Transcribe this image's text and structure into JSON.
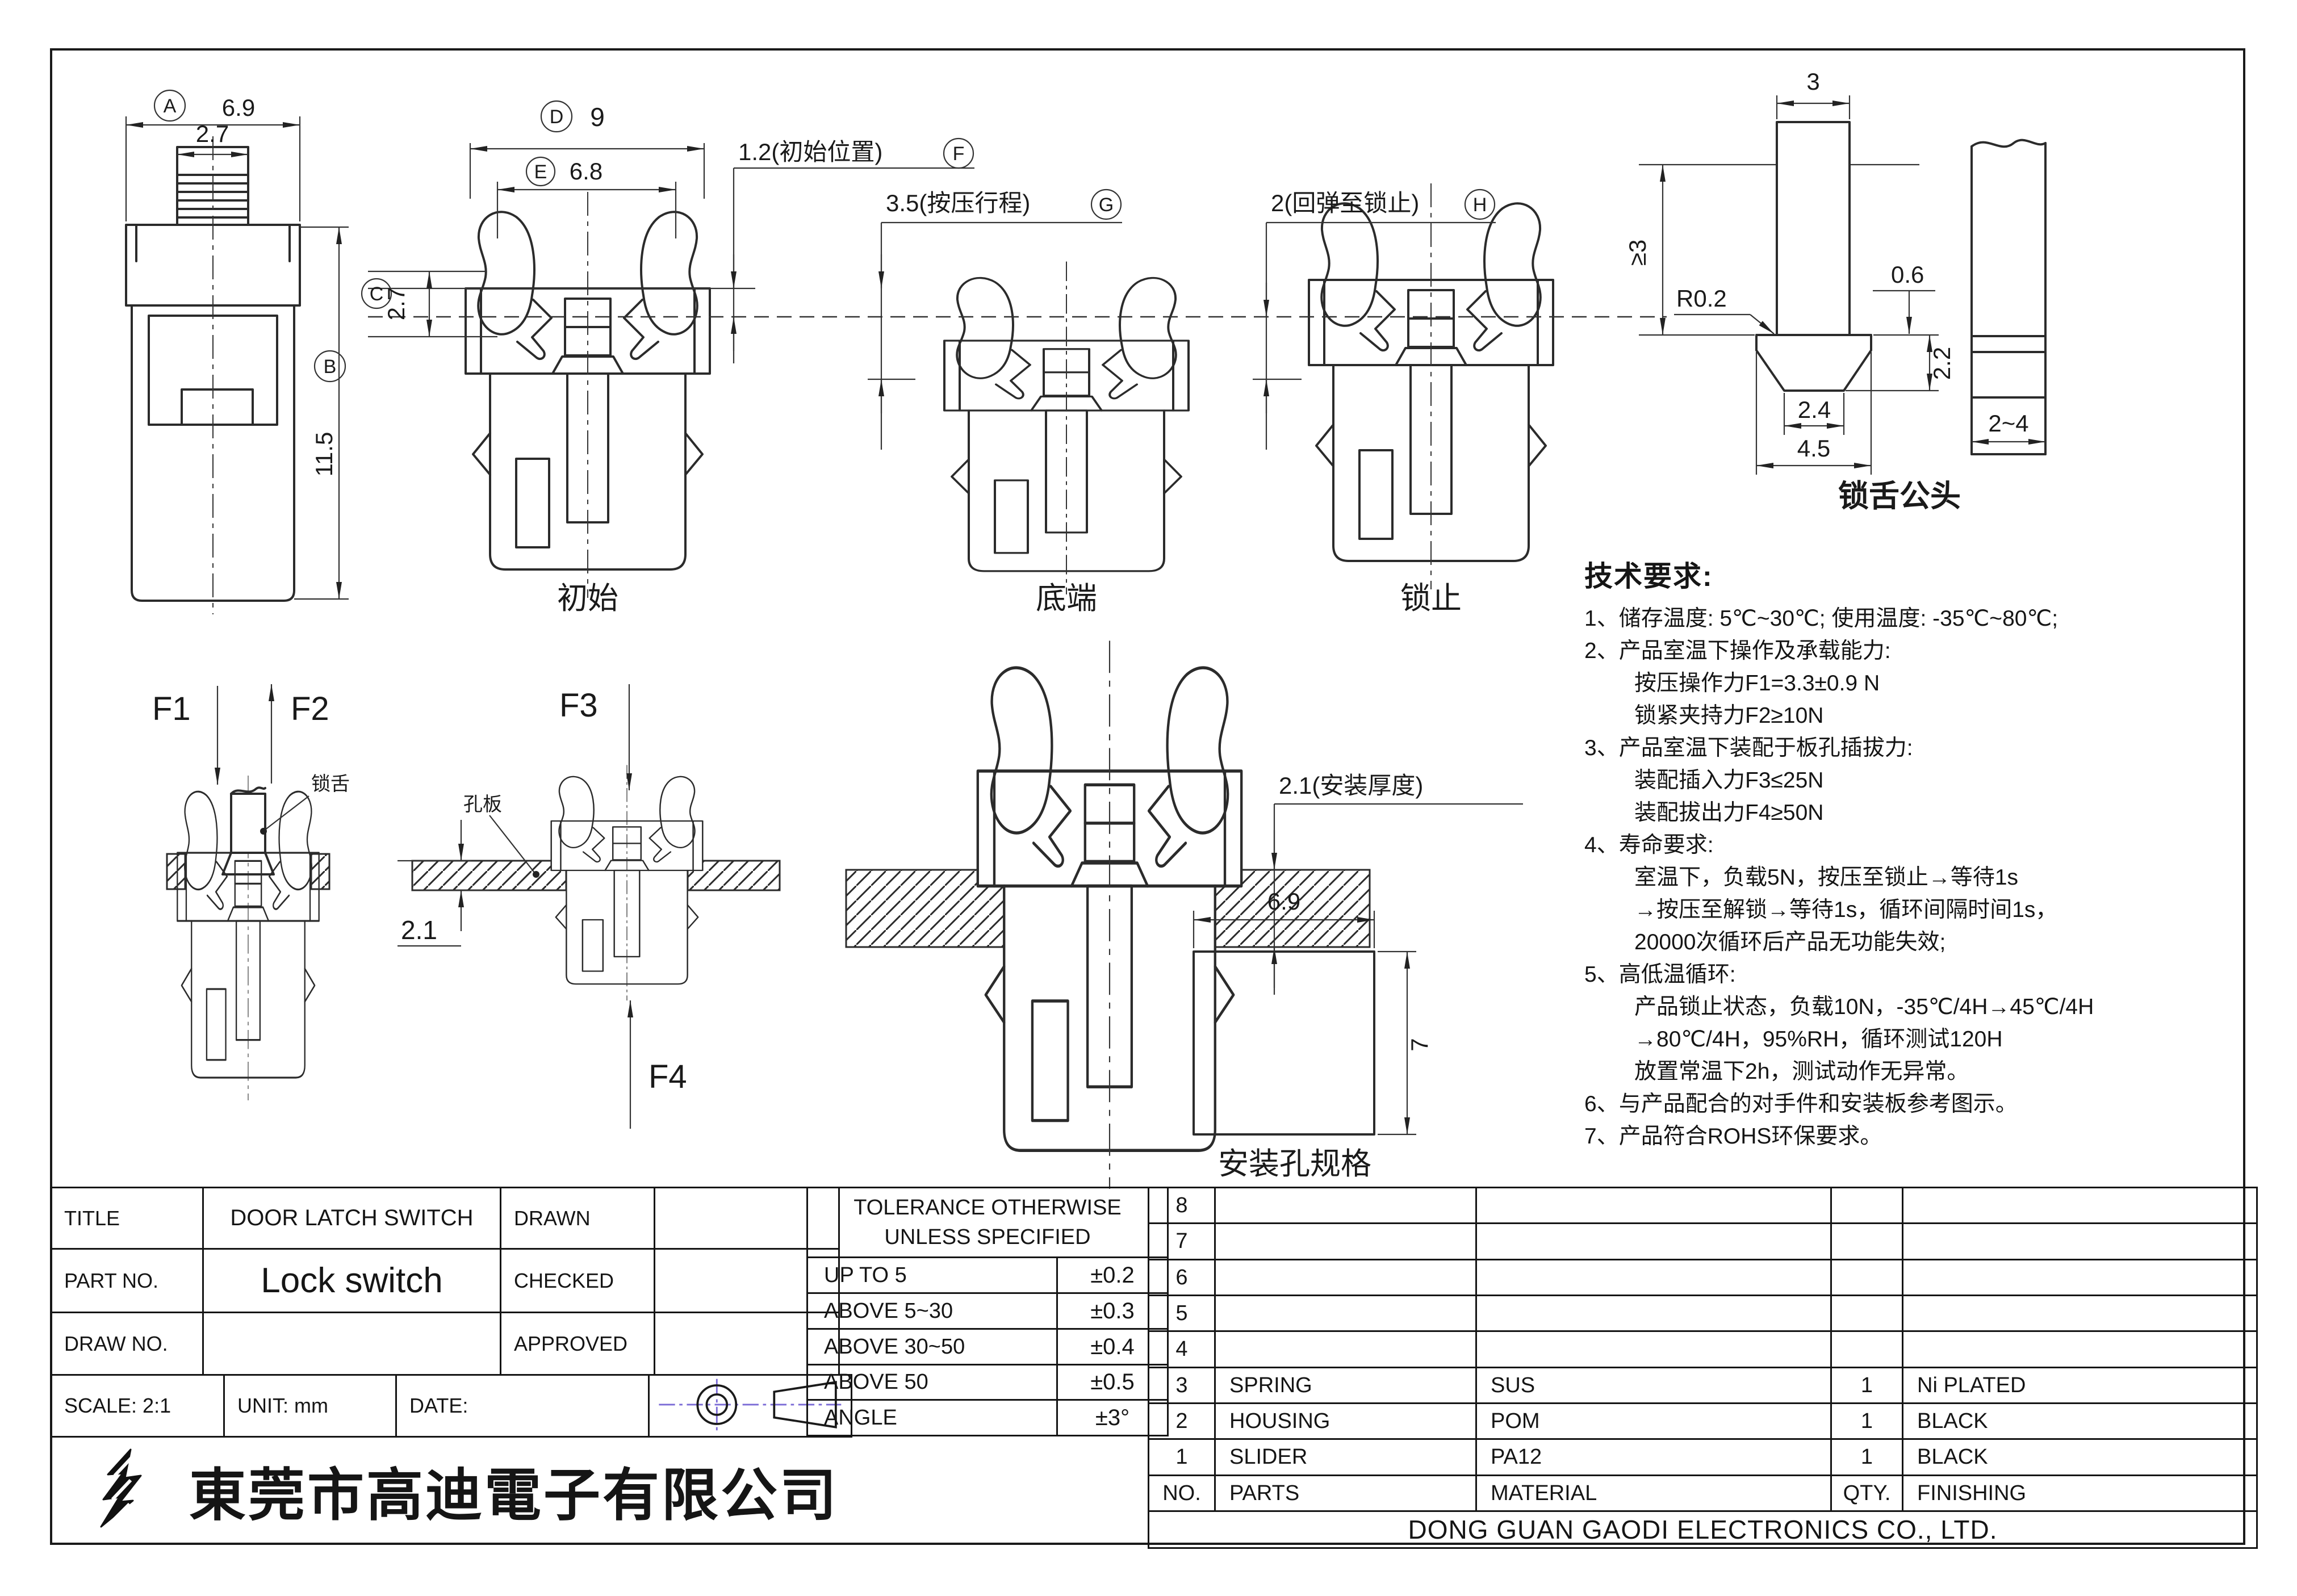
{
  "refs": {
    "a": "A",
    "b": "B",
    "c": "C",
    "d": "D",
    "e": "E",
    "f": "F",
    "g": "G",
    "h": "H"
  },
  "drawing": {
    "front": {
      "width": "6.9",
      "knob": "2.7",
      "height": "11.5"
    },
    "states": {
      "d": "9",
      "e": "6.8",
      "c": "2.7",
      "initial": "初始",
      "bottom": "底端",
      "locked": "锁止",
      "callout_initial": "1.2(初始位置)",
      "callout_press": "3.5(按压行程)",
      "callout_rebound": "2(回弹至锁止)"
    },
    "tongue": {
      "w": "3",
      "min_h": "≥3",
      "radius": "R0.2",
      "step": "0.6",
      "head_h": "2.2",
      "tip_w": "2.4",
      "base_w": "4.5",
      "range": "2~4",
      "label": "锁舌公头"
    },
    "forces": {
      "f1": "F1",
      "f2": "F2",
      "f3": "F3",
      "f4": "F4",
      "rod": "锁舌",
      "plate": "孔板",
      "plate_t": "2.1",
      "mount_t": "2.1(安装厚度)"
    },
    "hole": {
      "w": "6.9",
      "h": "7",
      "label": "安装孔规格"
    }
  },
  "tech": {
    "title": "技术要求:",
    "lines": [
      "1、储存温度: 5℃~30℃; 使用温度: -35℃~80℃;",
      "2、产品室温下操作及承载能力:",
      "按压操作力F1=3.3±0.9 N",
      "锁紧夹持力F2≥10N",
      "3、产品室温下装配于板孔插拔力:",
      "装配插入力F3≤25N",
      "装配拔出力F4≥50N",
      "4、寿命要求:",
      "室温下，负载5N，按压至锁止→等待1s",
      "→按压至解锁→等待1s，循环间隔时间1s，",
      "20000次循环后产品无功能失效;",
      "5、高低温循环:",
      "产品锁止状态，负载10N，-35℃/4H→45℃/4H",
      "→80℃/4H，95%RH，循环测试120H",
      "放置常温下2h，测试动作无异常。",
      "6、与产品配合的对手件和安装板参考图示。",
      "7、产品符合ROHS环保要求。"
    ]
  },
  "titleblock": {
    "title_label": "TITLE",
    "title_value": "DOOR LATCH SWITCH",
    "part_label": "PART NO.",
    "part_value": "Lock switch",
    "draw_label": "DRAW NO.",
    "draw_value": "",
    "drawn_label": "DRAWN",
    "checked_label": "CHECKED",
    "approved_label": "APPROVED",
    "scale": "SCALE: 2:1",
    "unit": "UNIT: mm",
    "date": "DATE:"
  },
  "tolerance": {
    "header_line1": "TOLERANCE OTHERWISE",
    "header_line2": "UNLESS SPECIFIED",
    "rows": [
      {
        "range": "UP TO 5",
        "tol": "±0.2"
      },
      {
        "range": "ABOVE 5~30",
        "tol": "±0.3"
      },
      {
        "range": "ABOVE 30~50",
        "tol": "±0.4"
      },
      {
        "range": "ABOVE 50",
        "tol": "±0.5"
      },
      {
        "range": "ANGLE",
        "tol": "±3°"
      }
    ]
  },
  "parts": {
    "row_numbers": [
      "8",
      "7",
      "6",
      "5",
      "4"
    ],
    "items": [
      {
        "no": "3",
        "part": "SPRING",
        "material": "SUS",
        "qty": "1",
        "finishing": "Ni PLATED"
      },
      {
        "no": "2",
        "part": "HOUSING",
        "material": "POM",
        "qty": "1",
        "finishing": "BLACK"
      },
      {
        "no": "1",
        "part": "SLIDER",
        "material": "PA12",
        "qty": "1",
        "finishing": "BLACK"
      }
    ],
    "header": {
      "no": "NO.",
      "parts": "PARTS",
      "material": "MATERIAL",
      "qty": "QTY.",
      "finishing": "FINISHING"
    }
  },
  "company": {
    "zh": "東莞市高迪電子有限公司",
    "en": "DONG GUAN GAODI ELECTRONICS CO., LTD."
  }
}
